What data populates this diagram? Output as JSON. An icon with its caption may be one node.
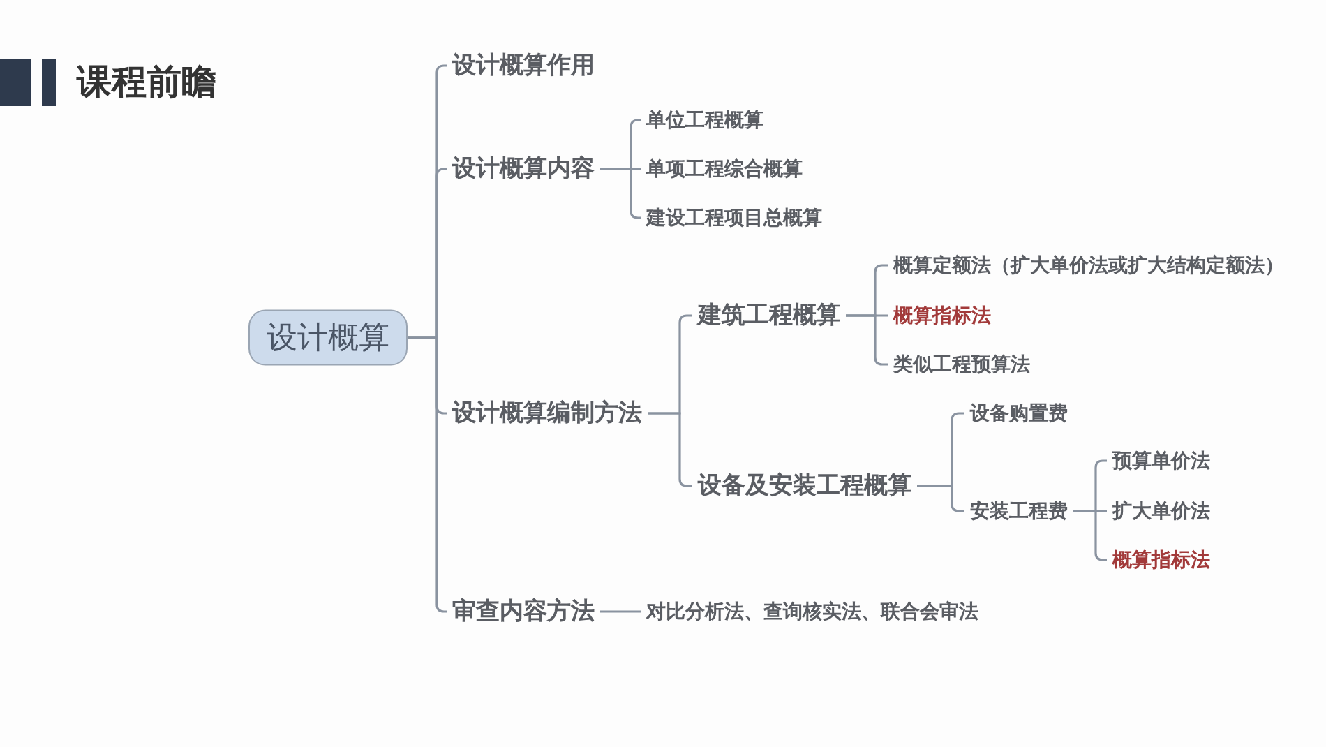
{
  "diagram": {
    "title": "课程前瞻",
    "nodes": [
      {
        "text": [
          "设计概算"
        ]
      },
      {
        "text": [
          "设计概算作用"
        ]
      },
      {
        "text": [
          "设计概算内容"
        ]
      },
      {
        "text": [
          "单位工程概算"
        ]
      },
      {
        "text": [
          "单项工程综合概算"
        ]
      },
      {
        "text": [
          "建设工程项目总概算"
        ]
      },
      {
        "text": [
          "设计概算编制方法"
        ]
      },
      {
        "text": [
          "建筑工程概算"
        ]
      },
      {
        "text": [
          "概算定额法（扩大单价法或扩大结构定额法）"
        ]
      },
      {
        "text": [
          "概算指标法"
        ]
      },
      {
        "text": [
          "类似工程预算法"
        ]
      },
      {
        "text": [
          "设备及安装工程概算"
        ]
      },
      {
        "text": [
          "设备购置费"
        ]
      },
      {
        "text": [
          "安装工程费"
        ]
      },
      {
        "text": [
          "预算单价法"
        ]
      },
      {
        "text": [
          "扩大单价法"
        ]
      },
      {
        "text": [
          "概算指标法"
        ]
      },
      {
        "text": [
          "审查内容方法"
        ]
      },
      {
        "text": [
          "对比分析法、查询核实法、联合会审法"
        ]
      }
    ],
    "edges": [
      {
        "from": 0,
        "to": 1,
        "arrow": "none"
      },
      {
        "from": 0,
        "to": 2,
        "arrow": "none"
      },
      {
        "from": 0,
        "to": 6,
        "arrow": "none"
      },
      {
        "from": 0,
        "to": 17,
        "arrow": "none"
      },
      {
        "from": 2,
        "to": 3,
        "arrow": "none"
      },
      {
        "from": 2,
        "to": 4,
        "arrow": "none"
      },
      {
        "from": 2,
        "to": 5,
        "arrow": "none"
      },
      {
        "from": 6,
        "to": 7,
        "arrow": "none"
      },
      {
        "from": 6,
        "to": 11,
        "arrow": "none"
      },
      {
        "from": 7,
        "to": 8,
        "arrow": "none"
      },
      {
        "from": 7,
        "to": 9,
        "arrow": "none"
      },
      {
        "from": 7,
        "to": 10,
        "arrow": "none"
      },
      {
        "from": 11,
        "to": 12,
        "arrow": "none"
      },
      {
        "from": 11,
        "to": 13,
        "arrow": "none"
      },
      {
        "from": 13,
        "to": 14,
        "arrow": "none"
      },
      {
        "from": 13,
        "to": 15,
        "arrow": "none"
      },
      {
        "from": 13,
        "to": 16,
        "arrow": "none"
      },
      {
        "from": 17,
        "to": 18,
        "arrow": "none"
      }
    ]
  }
}
